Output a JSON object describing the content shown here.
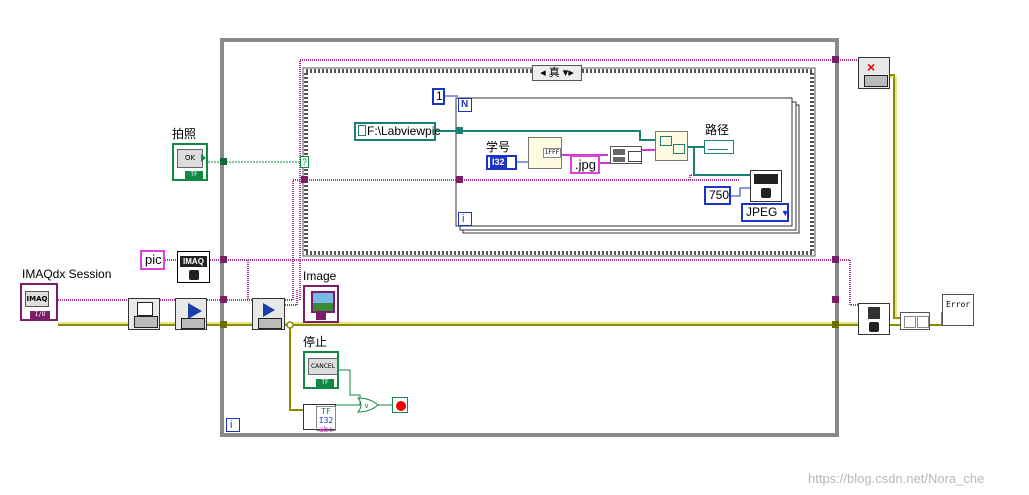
{
  "labels": {
    "take_photo": "拍照",
    "imaqdx_session": "IMAQdx Session",
    "image": "Image",
    "stop": "停止",
    "student_id": "学号",
    "path": "路径"
  },
  "constants": {
    "pic_name": "pic",
    "folder_path": "F:\\Labviewpic",
    "loop_count": "1",
    "loop_count_terminal": "N",
    "iteration_terminal": "i",
    "i32_type": "I32",
    "extension": ".jpg",
    "quality": "750",
    "file_type": "JPEG",
    "case_selector": "真",
    "case_question": "?"
  },
  "nodes": {
    "ok_button": "OK",
    "cancel_button": "CANCEL",
    "imaq_block": "IMAQ",
    "session_control": "IMAQ",
    "control_io": "I/O",
    "error_node": "Error"
  },
  "watermark": "https://blog.csdn.net/Nora_che",
  "colors": {
    "wire_pink": "#b0379a",
    "wire_olive": "#8b8b00",
    "wire_yellow": "#cfc61c",
    "wire_green": "#0e8a43",
    "wire_teal": "#1d7e74",
    "wire_blue": "#1a34c7",
    "loop_gray": "#8a8a8a",
    "case_border": "#555555"
  }
}
